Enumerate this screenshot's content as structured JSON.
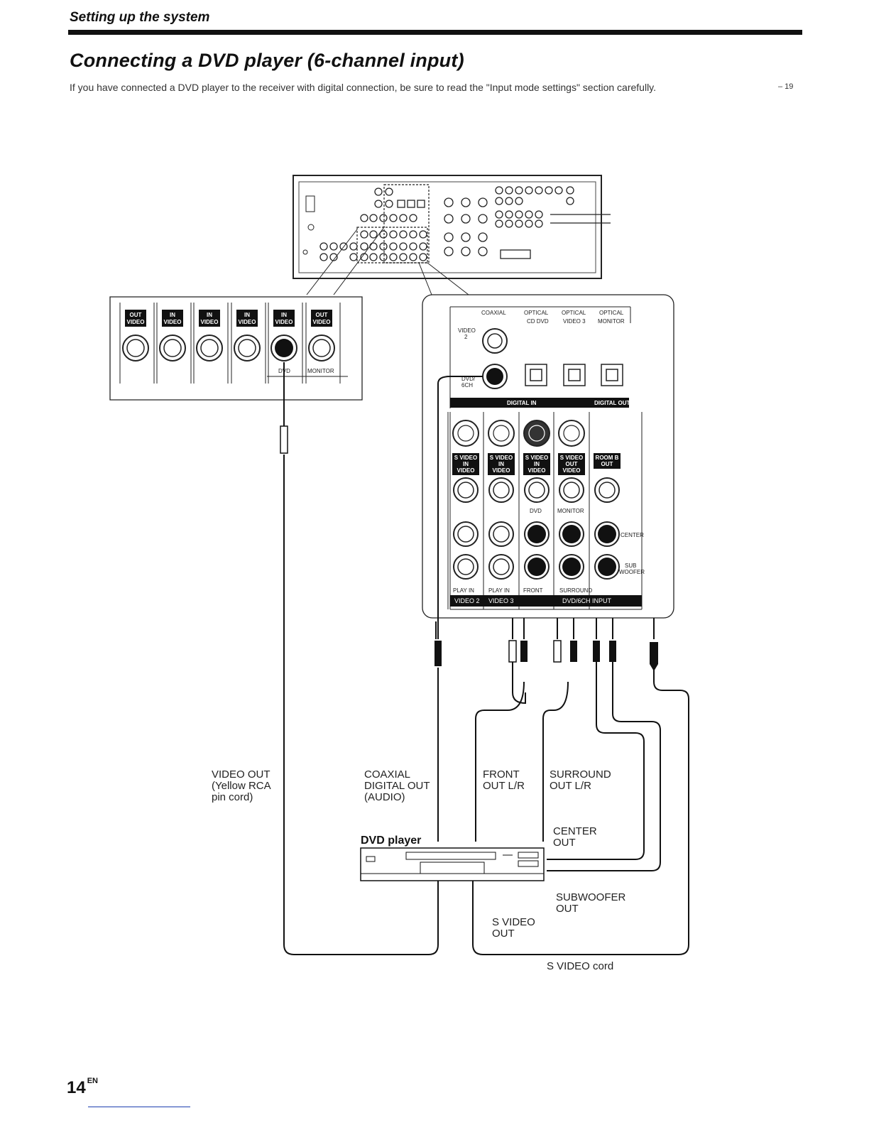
{
  "header": {
    "section": "Setting up the system",
    "title": "Connecting a DVD player (6-channel input)",
    "intro": "If you have connected a DVD player to the receiver with digital connection, be sure to read the \"Input mode settings\" section carefully.",
    "page_ref": "– 19"
  },
  "left_panel": {
    "jacks": [
      {
        "top": "OUT",
        "bottom": "VIDEO",
        "connected": false
      },
      {
        "top": "IN",
        "bottom": "VIDEO",
        "connected": false
      },
      {
        "top": "IN",
        "bottom": "VIDEO",
        "connected": false
      },
      {
        "top": "IN",
        "bottom": "VIDEO",
        "connected": false
      },
      {
        "top": "IN",
        "bottom": "VIDEO",
        "connected": true
      },
      {
        "top": "OUT",
        "bottom": "VIDEO",
        "connected": false
      }
    ],
    "dvd_label": "DVD",
    "monitor_label": "MONITOR"
  },
  "right_panel": {
    "digital_headers": [
      "COAXIAL",
      "OPTICAL",
      "OPTICAL",
      "OPTICAL"
    ],
    "digital_sub": [
      "CD DVD",
      "VIDEO 3",
      "MONITOR"
    ],
    "video2_label": [
      "VIDEO",
      "2"
    ],
    "dvd6ch_label": [
      "DVD/",
      "6CH"
    ],
    "digital_in": "DIGITAL IN",
    "digital_out": "DIGITAL OUT",
    "svideo_labels": [
      [
        "S VIDEO",
        "IN",
        "VIDEO"
      ],
      [
        "S VIDEO",
        "IN",
        "VIDEO"
      ],
      [
        "S VIDEO",
        "IN",
        "VIDEO"
      ],
      [
        "S VIDEO",
        "OUT",
        "VIDEO"
      ],
      [
        "ROOM B",
        "OUT"
      ]
    ],
    "dvd_label": "DVD",
    "monitor_label": "MONITOR",
    "center_label": "CENTER",
    "sub_label": [
      "SUB",
      "WOOFER"
    ],
    "play_in": [
      "PLAY IN",
      "PLAY IN"
    ],
    "front": "FRONT",
    "surround": "SURROUND",
    "bottom_tabs": [
      "VIDEO 2",
      "VIDEO 3",
      "DVD/6CH INPUT"
    ]
  },
  "callouts": {
    "video_out": [
      "VIDEO OUT",
      "(Yellow RCA",
      "pin cord)"
    ],
    "coaxial": [
      "COAXIAL",
      "DIGITAL OUT",
      "(AUDIO)"
    ],
    "front": [
      "FRONT",
      "OUT L/R"
    ],
    "surround": [
      "SURROUND",
      "OUT L/R"
    ],
    "center": [
      "CENTER",
      "OUT"
    ],
    "subwoofer": [
      "SUBWOOFER",
      "OUT"
    ],
    "svideo_out": [
      "S VIDEO",
      "OUT"
    ],
    "svideo_cord": "S VIDEO cord",
    "dvd_player": "DVD player"
  },
  "footer": {
    "page_number": "14",
    "page_suffix": "EN"
  }
}
